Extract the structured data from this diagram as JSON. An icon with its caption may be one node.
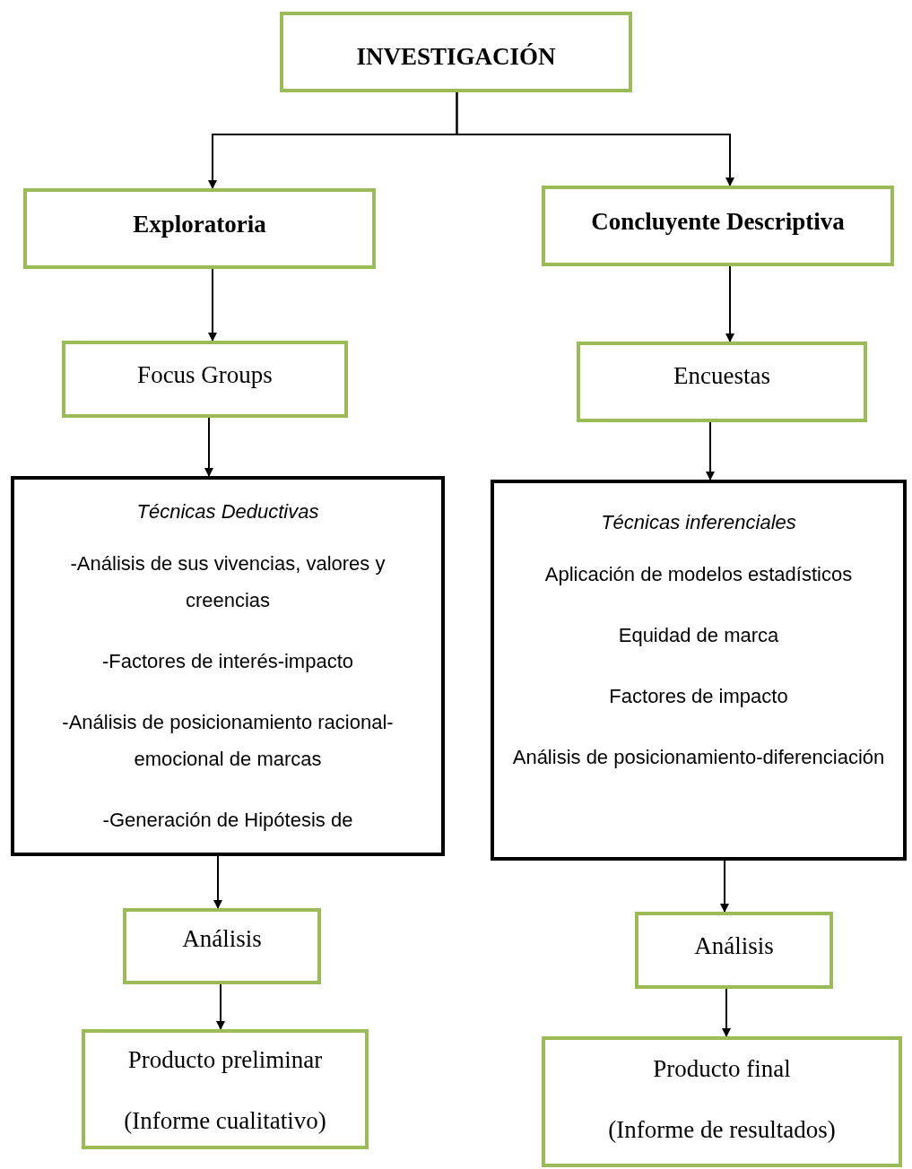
{
  "diagram": {
    "nodes": [
      {
        "text": [
          "INVESTIGACIÓN"
        ]
      },
      {
        "text": [
          "Exploratoria"
        ]
      },
      {
        "text": [
          "Concluyente Descriptiva"
        ]
      },
      {
        "text": [
          "Focus Groups"
        ]
      },
      {
        "text": [
          "Encuestas"
        ]
      },
      {
        "text": [
          "Técnicas Deductivas",
          "-Análisis de sus vivencias, valores y creencias",
          "-Factores de interés-impacto",
          "-Análisis de posicionamiento racional-emocional de marcas",
          "-Generación de Hipótesis de"
        ]
      },
      {
        "text": [
          "Técnicas inferenciales",
          "Aplicación de modelos estadísticos",
          "Equidad de marca",
          "Factores de impacto",
          "Análisis de posicionamiento-diferenciación"
        ]
      },
      {
        "text": [
          "Análisis"
        ]
      },
      {
        "text": [
          "Análisis"
        ]
      },
      {
        "text": [
          "Producto preliminar",
          "(Informe cualitativo)"
        ]
      },
      {
        "text": [
          "Producto final",
          "(Informe de resultados)"
        ]
      }
    ],
    "edges": [
      {
        "from": 0,
        "to": 1,
        "arrow": "to"
      },
      {
        "from": 0,
        "to": 2,
        "arrow": "to"
      },
      {
        "from": 1,
        "to": 3,
        "arrow": "to"
      },
      {
        "from": 2,
        "to": 4,
        "arrow": "to"
      },
      {
        "from": 3,
        "to": 5,
        "arrow": "to"
      },
      {
        "from": 4,
        "to": 6,
        "arrow": "to"
      },
      {
        "from": 5,
        "to": 7,
        "arrow": "to"
      },
      {
        "from": 6,
        "to": 8,
        "arrow": "to"
      },
      {
        "from": 7,
        "to": 9,
        "arrow": "to"
      },
      {
        "from": 8,
        "to": 10,
        "arrow": "to"
      }
    ]
  }
}
